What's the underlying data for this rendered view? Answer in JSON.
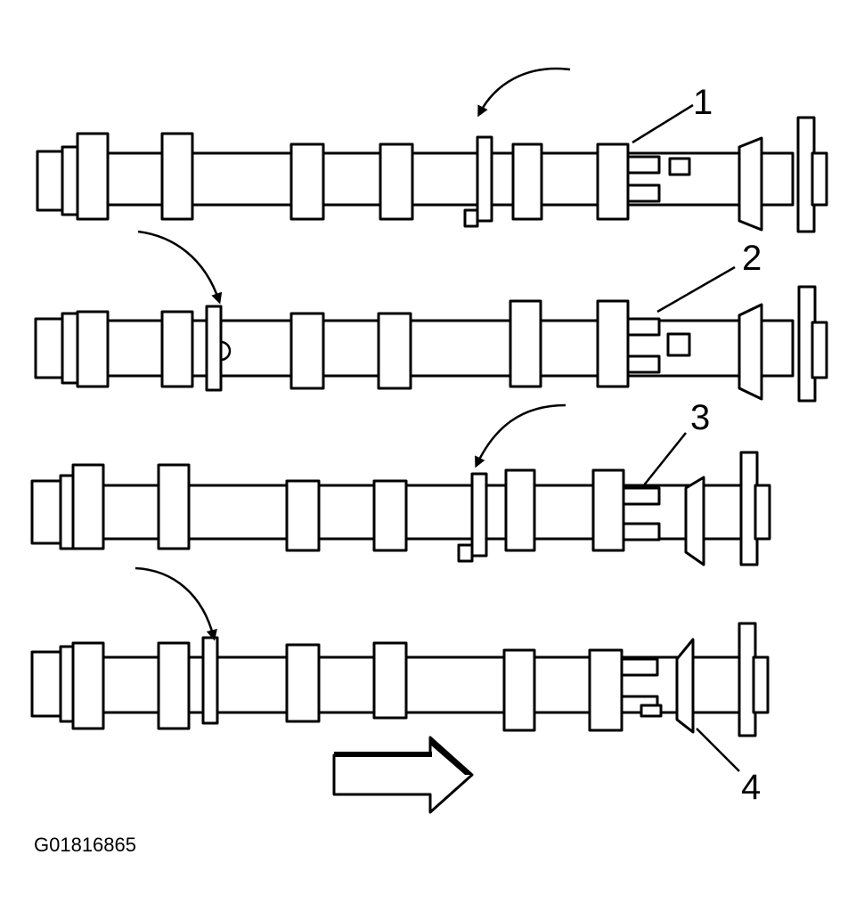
{
  "figure": {
    "id": "G01816865",
    "callouts": [
      "1",
      "2",
      "3",
      "4"
    ]
  },
  "colors": {
    "line": "#000000",
    "background": "#ffffff"
  },
  "camshafts": [
    {
      "callout": "1"
    },
    {
      "callout": "2"
    },
    {
      "callout": "3"
    },
    {
      "callout": "4"
    }
  ]
}
